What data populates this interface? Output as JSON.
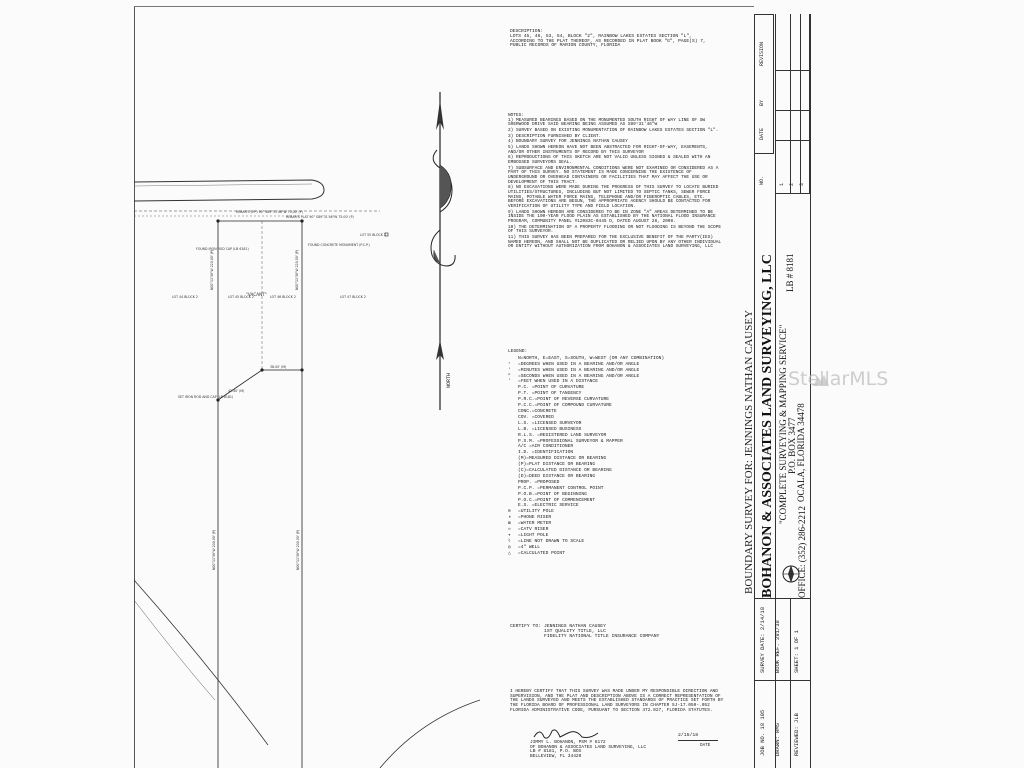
{
  "description": {
    "heading": "DESCRIPTION:",
    "text": "LOTS 45, 46, 53, 54, BLOCK \"2\", RAINBOW LAKES ESTATES SECTION \"L\", ACCORDING TO THE PLAT THEREOF, AS RECORDED IN PLAT BOOK \"G\", PAGE(S) 7, PUBLIC RECORDS OF MARION COUNTY, FLORIDA"
  },
  "notes": {
    "heading": "NOTES:",
    "items": [
      "1) MEASURED BEARINGS BASED ON THE MONUMENTED SOUTH RIGHT OF WAY LINE OF SW SHERWOOD DRIVE SAID BEARING BEING ASSUMED AS S89°31'46\"W",
      "2) SURVEY BASED ON EXISTING MONUMENTATION OF RAINBOW LAKES ESTATES SECTION \"L\".",
      "3) DESCRIPTION FURNISHED BY CLIENT.",
      "4) BOUNDARY SURVEY FOR JENNINGS NATHAN CAUSEY",
      "5) LANDS SHOWN HEREON HAVE NOT BEEN ABSTRACTED FOR RIGHT-OF-WAY, EASEMENTS, AND/OR OTHER INSTRUMENTS OF RECORD BY THIS SURVEYOR",
      "6) REPRODUCTIONS OF THIS SKETCH ARE NOT VALID UNLESS SIGNED & SEALED WITH AN EMBOSSED SURVEYORS SEAL.",
      "7) SUBSURFACE AND ENVIRONMENTAL CONDITIONS WERE NOT EXAMINED OR CONSIDERED AS A PART OF THIS SURVEY. NO STATEMENT IS MADE CONCERNING THE EXISTENCE OF UNDERGROUND OR OVERHEAD CONTAINERS OR FACILITIES THAT MAY AFFECT THE USE OR DEVELOPMENT OF THIS TRACT.",
      "8) NO EXCAVATIONS WERE MADE DURING THE PROGRESS OF THIS SURVEY TO LOCATE BURIED UTILITIES/STRUCTURES, INCLUDING BUT NOT LIMITED TO SEPTIC TANKS, SEWER FORCE MAINS, POTABLE WATER FORCE MAINS, TELEPHONE AND/OR FIBEROPTIC CABLES, ETC. BEFORE EXCAVATIONS ARE BEGUN, THE APPROPRIATE AGENCY SHOULD BE CONTACTED FOR VERIFICATION OF UTILITY TYPE AND FIELD LOCATION.",
      "9) LANDS SHOWN HEREON ARE CONSIDERED TO BE IN ZONE \"A\" AREAS DETERMINED TO BE INSIDE THE 100-YEAR FLOOD PLAIN AS ESTABLISHED BY THE NATIONAL FLOOD INSURANCE PROGRAM, COMMUNITY PANEL #12083C-0445 D, DATED AUGUST 28, 2008.",
      "10) THE DETERMINATION OF A PROPERTY FLOODING OR NOT FLOODING IS BEYOND THE SCOPE OF THIS SURVEYOR.",
      "11) THIS SURVEY HAS BEEN PREPARED FOR THE EXCLUSIVE BENEFIT OF THE PARTY(IES) NAMED HEREON, AND SHALL NOT BE DUPLICATED OR RELIED UPON BY ANY OTHER INDIVIDUAL OR ENTITY WITHOUT AUTHORIZATION FROM BOHANON & ASSOCIATES LAND SURVEYING, LLC"
    ]
  },
  "legend": {
    "heading": "LEGEND:",
    "items": [
      {
        "sym": "",
        "text": "N=NORTH, E=EAST, S=SOUTH, W=WEST (OR ANY COMBINATION)"
      },
      {
        "sym": "°",
        "text": "=DEGREES WHEN USED IN A BEARING AND/OR ANGLE"
      },
      {
        "sym": "'",
        "text": "=MINUTES WHEN USED IN A BEARING AND/OR ANGLE"
      },
      {
        "sym": "\"",
        "text": "=SECONDS WHEN USED IN A BEARING AND/OR ANGLE"
      },
      {
        "sym": "'",
        "text": "=FEET WHEN USED IN A DISTANCE"
      },
      {
        "sym": "",
        "text": "P.C.  =POINT OF CURVATURE"
      },
      {
        "sym": "",
        "text": "P.T.  =POINT OF TANGENCY"
      },
      {
        "sym": "",
        "text": "P.R.C.=POINT OF REVERSE CURVATURE"
      },
      {
        "sym": "",
        "text": "P.C.C.=POINT OF COMPOUND CURVATURE"
      },
      {
        "sym": "",
        "text": "CONC.=CONCRETE"
      },
      {
        "sym": "",
        "text": "COV.  =COVERED"
      },
      {
        "sym": "",
        "text": "L.S.  =LICENSED SURVEYOR"
      },
      {
        "sym": "",
        "text": "L.B.  =LICENSED BUSINESS"
      },
      {
        "sym": "",
        "text": "R.L.S. =REGISTERED LAND SURVEYOR"
      },
      {
        "sym": "",
        "text": "P.S.M. =PROFESSIONAL SURVEYOR & MAPPER"
      },
      {
        "sym": "",
        "text": "A/C   =AIR CONDITIONER"
      },
      {
        "sym": "",
        "text": "I.D.  =IDENTIFICATION"
      },
      {
        "sym": "",
        "text": "(M)=MEASURED DISTANCE OR BEARING"
      },
      {
        "sym": "",
        "text": "(P)=PLAT DISTANCE OR BEARING"
      },
      {
        "sym": "",
        "text": "(C)=CALCULATED DISTANCE OR BEARING"
      },
      {
        "sym": "",
        "text": "(D)=DEED DISTANCE OR BEARING"
      },
      {
        "sym": "",
        "text": "PROP. =PROPOSED"
      },
      {
        "sym": "",
        "text": "P.C.P. =PERMANENT CONTROL POINT"
      },
      {
        "sym": "",
        "text": "P.O.B.=POINT OF BEGINNING"
      },
      {
        "sym": "",
        "text": "P.O.C.=POINT OF COMMENCEMENT"
      },
      {
        "sym": "",
        "text": "E.S.  =ELECTRIC SERVICE"
      },
      {
        "sym": "⊖",
        "text": "=UTILITY POLE"
      },
      {
        "sym": "◑",
        "text": "=PHONE RISER"
      },
      {
        "sym": "⊠",
        "text": "=WATER METER"
      },
      {
        "sym": "☼",
        "text": "=CATV RISER"
      },
      {
        "sym": "✦",
        "text": "=LIGHT POLE"
      },
      {
        "sym": "⌇",
        "text": "=LINE NOT DRAWN TO SCALE"
      },
      {
        "sym": "◎",
        "text": "=4\" WELL"
      },
      {
        "sym": "△",
        "text": "=CALCULATED POINT"
      }
    ]
  },
  "certify": {
    "label": "CERTIFY TO:",
    "parties": [
      "JENNINGS NATHAN CAUSEY",
      "1ST QUALITY TITLE, LLC",
      "FIDELITY NATIONAL TITLE INSURANCE COMPANY"
    ]
  },
  "certification": {
    "text": "I HEREBY CERTIFY THAT THIS SURVEY WAS MADE UNDER MY RESPONSIBLE DIRECTION AND SUPERVISION, AND THE PLAT AND DESCRIPTION ABOVE IS A CORRECT REPRESENTATION OF THE LANDS SURVEYED AND MEETS THE ESTABLISHED STANDARDS OF PRACTICE SET FORTH BY THE FLORIDA BOARD OF PROFESSIONAL LAND SURVEYORS IN CHAPTER 5J-17.050-.052 FLORIDA ADMINISTRATIVE CODE, PURSUANT TO SECTION 472.027, FLORIDA STATUTES.",
    "surveyor": "JIMMY L. BOHANON, PSM # 6172",
    "firm": "OF BOHANON & ASSOCIATES LAND SURVEYING, LLC",
    "lb": "LB # 8181, P.O. BOX",
    "city": "BELLEVIEW, FL 34420",
    "date": "2/15/18",
    "date_label": "DATE"
  },
  "north_label": "NORTH",
  "title_block": {
    "survey_for": "BOUNDARY SURVEY FOR: JENNINGS NATHAN CAUSEY",
    "company": "BOHANON & ASSOCIATES LAND SURVEYING, LLC",
    "tagline": "\"COMPLETE SURVEYING & MAPPING SERVICE\"",
    "po_box": "P.O. BOX 3477",
    "city": "OCALA, FLORIDA 34478",
    "lb": "LB # 8181",
    "office": "OFFICE: (352) 286-2212",
    "job_no_label": "JOB NO.",
    "job_no": "18 105",
    "survey_date_label": "SURVEY DATE:",
    "survey_date": "2/14/18",
    "drawn_label": "DRAWN:",
    "drawn": "RMS",
    "book_label": "BOOK REF.",
    "book": "281/38",
    "reviewed_label": "REVIEWED:",
    "reviewed": "JLB",
    "sheet": "SHEET: 1 OF 1",
    "revision_headers": [
      "NO.",
      "DATE",
      "BY",
      "REVISION"
    ],
    "revision_rows": [
      "1",
      "2",
      "3"
    ]
  },
  "plat_labels": {
    "row_pt1": "REBAR'S (P.P) 90° S89°31'46\"W 75.00' (P)",
    "row_pt2": "REBAR'S PLAT 90° S89°31'46\"W 75.00' (P)",
    "lot_left": "LOT 44 BLOCK 2",
    "lot_45": "LOT 45 BLOCK 2",
    "lot_46": "LOT 46 BLOCK 2",
    "lot_right": "LOT 47 BLOCK 2",
    "lot_far": "LOT 55 BLOCK 2",
    "vacant": "\"VACANT\"",
    "found_iron": "FOUND IRON ROD CAP (LB 6181)",
    "found_conc": "FOUND CONCRETE MONUMENT (P.C.P.)",
    "set_iron": "SET IRON ROD AND CAP (LB 8181)",
    "bearing_left": "N00°11'38\"W 220.00' (P)",
    "bearing_right": "N00°11'38\"W 220.00' (P)",
    "bearing_low_left": "N00°11'38\"W 200.00' (P)",
    "bearing_low_right": "N00°11'38\"W 200.00' (P)",
    "angle1": "42.40' (M)",
    "angle2": "38.00' (M)"
  },
  "watermark": "StellarMLS",
  "colors": {
    "ink": "#222222",
    "paper": "#fbfbfb",
    "watermark": "#bebebe"
  }
}
